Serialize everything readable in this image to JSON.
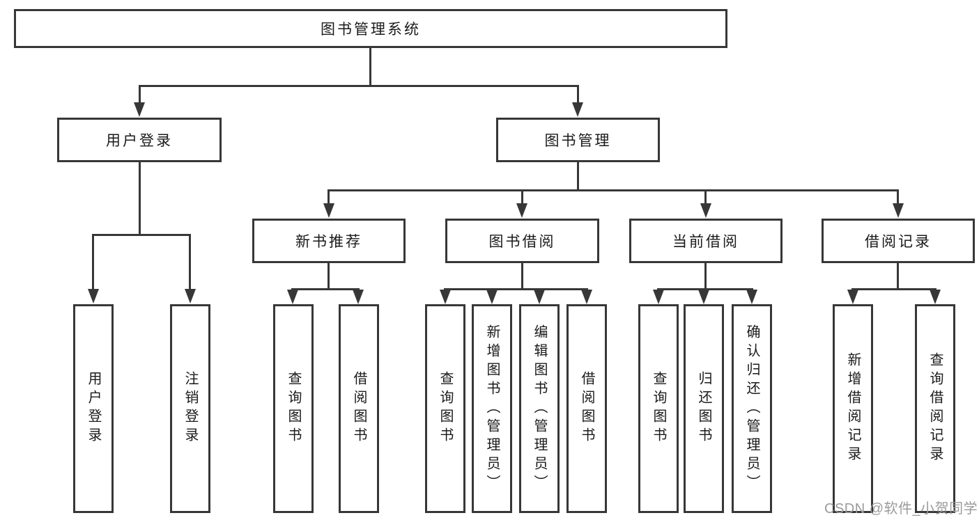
{
  "colors": {
    "line": "#373737",
    "box_border": "#373737",
    "box_background": "#ffffff",
    "text": "#1a1a1a",
    "watermark": "#9b9b9b"
  },
  "watermark": "CSDN @软件_小贺同学",
  "tree": {
    "label": "图书管理系统",
    "children": [
      {
        "label": "用户登录",
        "children": [
          {
            "label": "用户登录"
          },
          {
            "label": "注销登录"
          }
        ]
      },
      {
        "label": "图书管理",
        "children": [
          {
            "label": "新书推荐",
            "children": [
              {
                "label": "查询图书"
              },
              {
                "label": "借阅图书"
              }
            ]
          },
          {
            "label": "图书借阅",
            "children": [
              {
                "label": "查询图书"
              },
              {
                "label": "新增图书（管理员）"
              },
              {
                "label": "编辑图书（管理员）"
              },
              {
                "label": "借阅图书"
              }
            ]
          },
          {
            "label": "当前借阅",
            "children": [
              {
                "label": "查询图书"
              },
              {
                "label": "归还图书"
              },
              {
                "label": "确认归还（管理员）"
              }
            ]
          },
          {
            "label": "借阅记录",
            "children": [
              {
                "label": "新增借阅记录"
              },
              {
                "label": "查询借阅记录"
              }
            ]
          }
        ]
      }
    ]
  }
}
